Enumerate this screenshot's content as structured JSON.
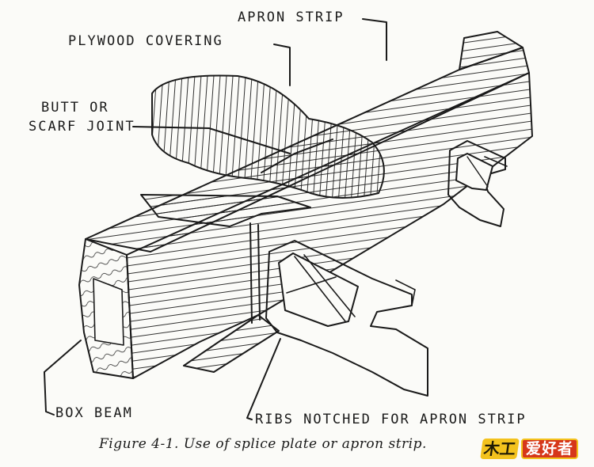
{
  "labels": {
    "apron_strip": "APRON STRIP",
    "plywood_covering": "PLYWOOD COVERING",
    "butt_or": "BUTT OR",
    "scarf_joint": "SCARF JOINT",
    "box_beam": "BOX BEAM",
    "ribs_notched": "RIBS NOTCHED FOR APRON STRIP"
  },
  "caption": "Figure 4-1. Use of splice plate or apron strip.",
  "watermark": {
    "mark": "木工",
    "text": "爱好者"
  },
  "colors": {
    "ink": "#1a1a1a",
    "paper": "#fbfbf8",
    "watermark_yellow": "#f3c21d",
    "watermark_red": "#d6371a"
  }
}
